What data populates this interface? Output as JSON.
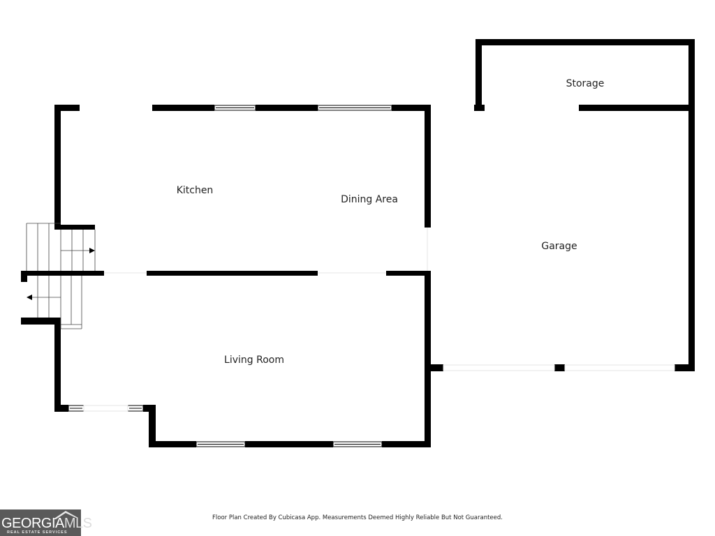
{
  "rooms": {
    "kitchen": "Kitchen",
    "dining_area": "Dining Area",
    "storage": "Storage",
    "garage": "Garage",
    "living_room": "Living Room"
  },
  "footer": {
    "note": "Floor Plan Created By Cubicasa App. Measurements Deemed Highly Reliable But Not Guaranteed."
  },
  "logo": {
    "main_bold": "GEORGIA",
    "main_light": "MLS",
    "sub": "REAL ESTATE SERVICES"
  },
  "colors": {
    "wall": "#000000",
    "background": "#ffffff",
    "logo_bg": "#5a5a5a"
  }
}
